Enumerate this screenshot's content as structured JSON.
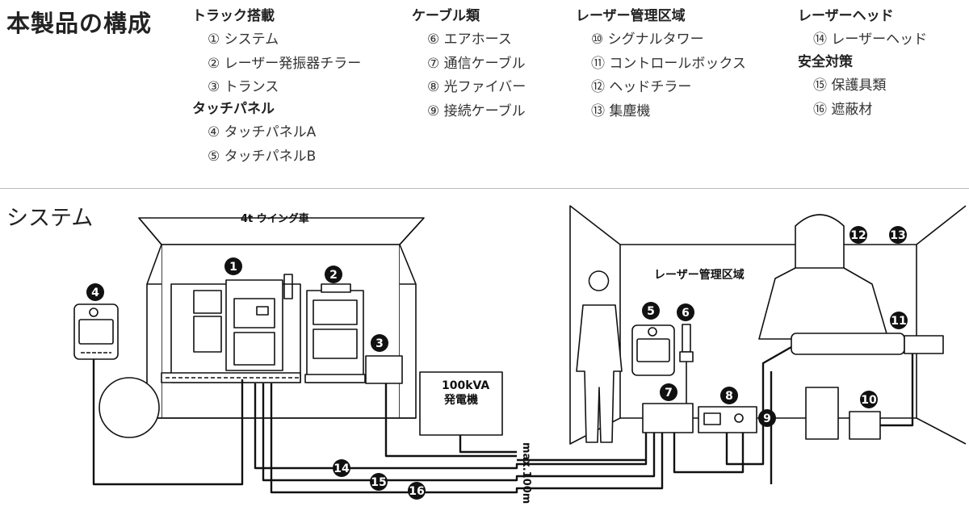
{
  "title": "本製品の構成",
  "groups": [
    {
      "heading": "トラック搭載",
      "items": [
        "① システム",
        "② レーザー発振器チラー",
        "③ トランス"
      ]
    },
    {
      "heading": "タッチパネル",
      "items": [
        "④ タッチパネルA",
        "⑤ タッチパネルB"
      ]
    },
    {
      "heading": "ケーブル類",
      "items": [
        "⑥ エアホース",
        "⑦ 通信ケーブル",
        "⑧ 光ファイバー",
        "⑨ 接続ケーブル"
      ]
    },
    {
      "heading": "レーザー管理区域",
      "items": [
        "⑩ シグナルタワー",
        "⑪ コントロールボックス",
        "⑫ ヘッドチラー",
        "⑬ 集塵機"
      ]
    },
    {
      "heading": "レーザーヘッド",
      "items": [
        "⑭ レーザーヘッド"
      ]
    },
    {
      "heading": "安全対策",
      "items": [
        "⑮ 保護具類",
        "⑯ 遮蔽材"
      ]
    }
  ],
  "diagram": {
    "section_title": "システム",
    "truck_label": "4t ウイング車",
    "generator_line1": "100kVA",
    "generator_line2": "発電機",
    "zone_label": "レーザー管理区域",
    "distance_label": "max.100m",
    "badges": [
      "1",
      "2",
      "3",
      "4",
      "5",
      "6",
      "7",
      "8",
      "9",
      "10",
      "11",
      "12",
      "13",
      "14",
      "15",
      "16"
    ]
  }
}
